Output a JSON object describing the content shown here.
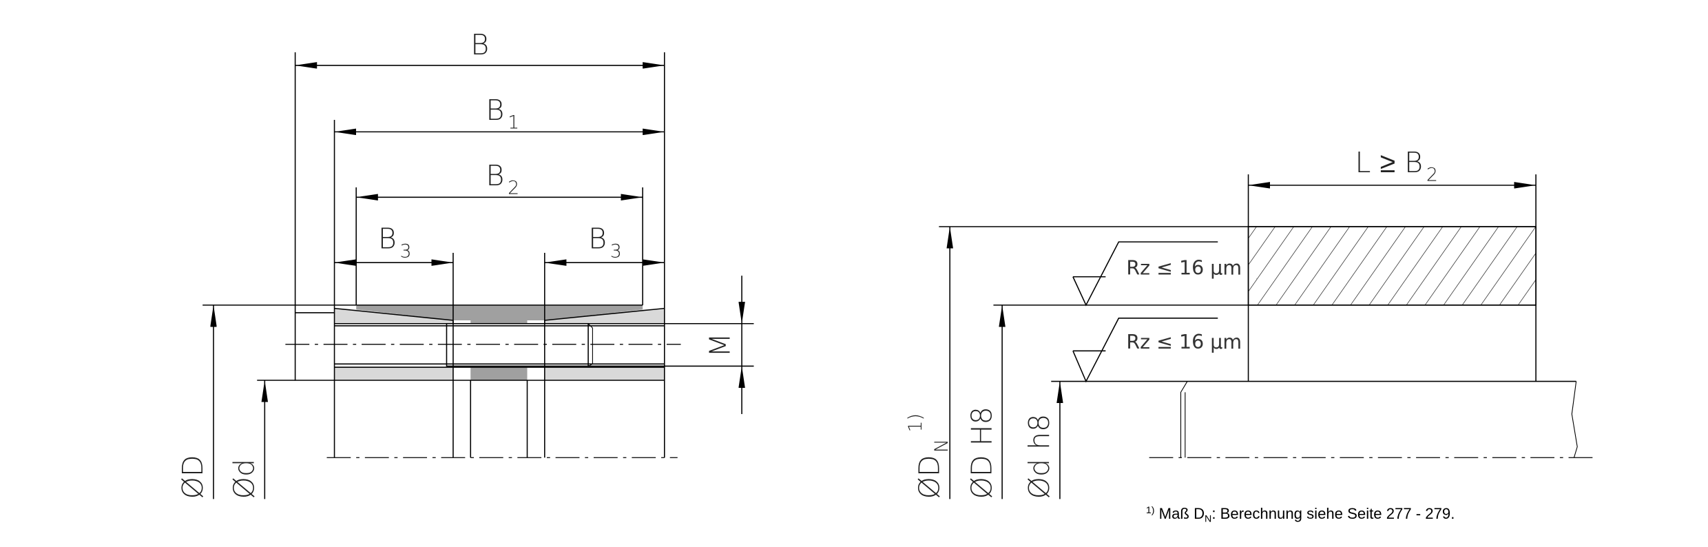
{
  "left_view": {
    "dim_B": {
      "main": "B",
      "sub": ""
    },
    "dim_B1": {
      "main": "B",
      "sub": "1"
    },
    "dim_B2": {
      "main": "B",
      "sub": "2"
    },
    "dim_B3_left": {
      "main": "B",
      "sub": "3"
    },
    "dim_B3_right": {
      "main": "B",
      "sub": "3"
    },
    "dim_D": "ØD",
    "dim_d": "Ød",
    "dim_M": "M"
  },
  "right_view": {
    "dim_L": {
      "main": "L  ≥  B",
      "sub": "2"
    },
    "dim_DN": {
      "main": "ØD",
      "sub": "N",
      "sup": "1)"
    },
    "dim_DH8": "ØD H8",
    "dim_dh8": "Ød h8",
    "roughness_1": "Rz ≤ 16 µm",
    "roughness_2": "Rz ≤ 16 µm"
  },
  "footnote": {
    "marker": "1)",
    "text_a": " Maß D",
    "sub": "N",
    "text_b": ": Berechnung siehe Seite 277 - 279."
  },
  "colors": {
    "light_fill": "#d9d9d9",
    "dark_fill": "#a0a0a0"
  }
}
